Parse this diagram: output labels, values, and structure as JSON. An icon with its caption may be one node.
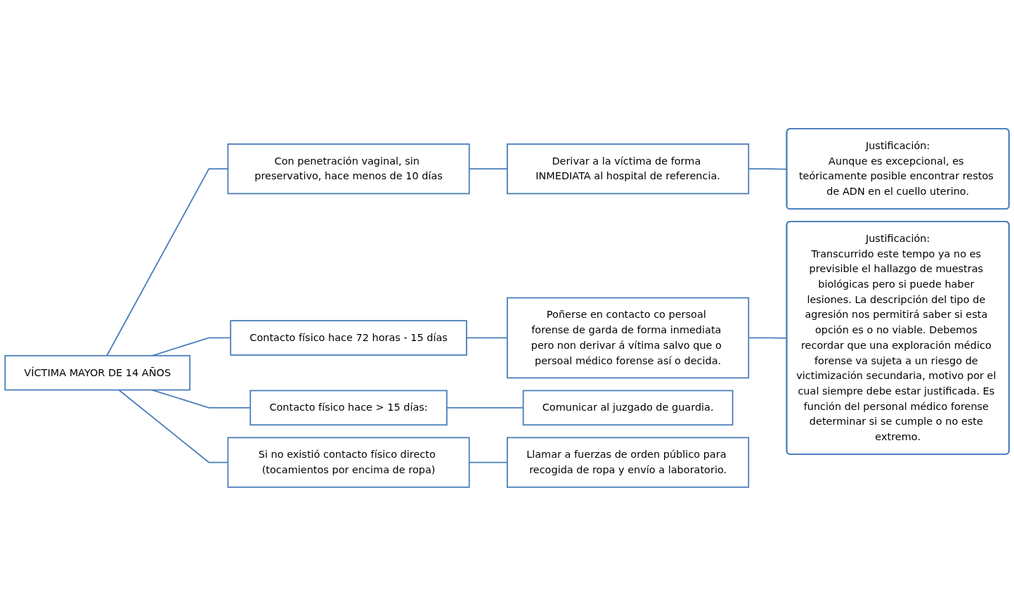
{
  "diagram": {
    "nodes": [
      {
        "text": [
          "VÍCTIMA MAYOR DE 14 AÑOS"
        ]
      },
      {
        "text": [
          "Con penetración vaginal, sin preservativo, hace menos de 10 días"
        ]
      },
      {
        "text": [
          "Derivar a la víctima de forma INMEDIATA al hospital de referencia."
        ]
      },
      {
        "text": [
          "Justificación:",
          "Aunque es excepcional, es teóricamente posible encontrar restos de ADN en el cuello uterino."
        ]
      },
      {
        "text": [
          "Contacto físico hace 72 horas - 15 días"
        ]
      },
      {
        "text": [
          "Poñerse en contacto co persoal forense de garda de forma inmediata pero non derivar á vítima salvo que o persoal médico forense así o decida."
        ]
      },
      {
        "text": [
          "Justificación:",
          "Transcurrido este tempo ya no es previsible el hallazgo de muestras biológicas pero si puede haber lesiones. La descripción del tipo de agresión nos permitirá saber si esta opción es o no viable. Debemos recordar que una exploración médico forense va sujeta a un riesgo de victimización secundaria, motivo por el cual siempre debe estar justificada. Es función del personal médico forense determinar si se cumple o no este extremo."
        ]
      },
      {
        "text": [
          "Contacto físico hace > 15 días:"
        ]
      },
      {
        "text": [
          "Comunicar al juzgado de guardia."
        ]
      },
      {
        "text": [
          "Si no existió contacto físico directo (tocamientos por encima de ropa)"
        ]
      },
      {
        "text": [
          "Llamar a fuerzas de orden público para recogida de ropa y envío a laboratorio."
        ]
      }
    ],
    "edges": [
      {
        "from": 0,
        "to": 1,
        "arrow": "none"
      },
      {
        "from": 0,
        "to": 4,
        "arrow": "none"
      },
      {
        "from": 0,
        "to": 7,
        "arrow": "none"
      },
      {
        "from": 0,
        "to": 9,
        "arrow": "none"
      },
      {
        "from": 1,
        "to": 2,
        "arrow": "none"
      },
      {
        "from": 2,
        "to": 3,
        "arrow": "none"
      },
      {
        "from": 4,
        "to": 5,
        "arrow": "none"
      },
      {
        "from": 5,
        "to": 6,
        "arrow": "none"
      },
      {
        "from": 7,
        "to": 8,
        "arrow": "none"
      },
      {
        "from": 9,
        "to": 10,
        "arrow": "none"
      }
    ]
  }
}
